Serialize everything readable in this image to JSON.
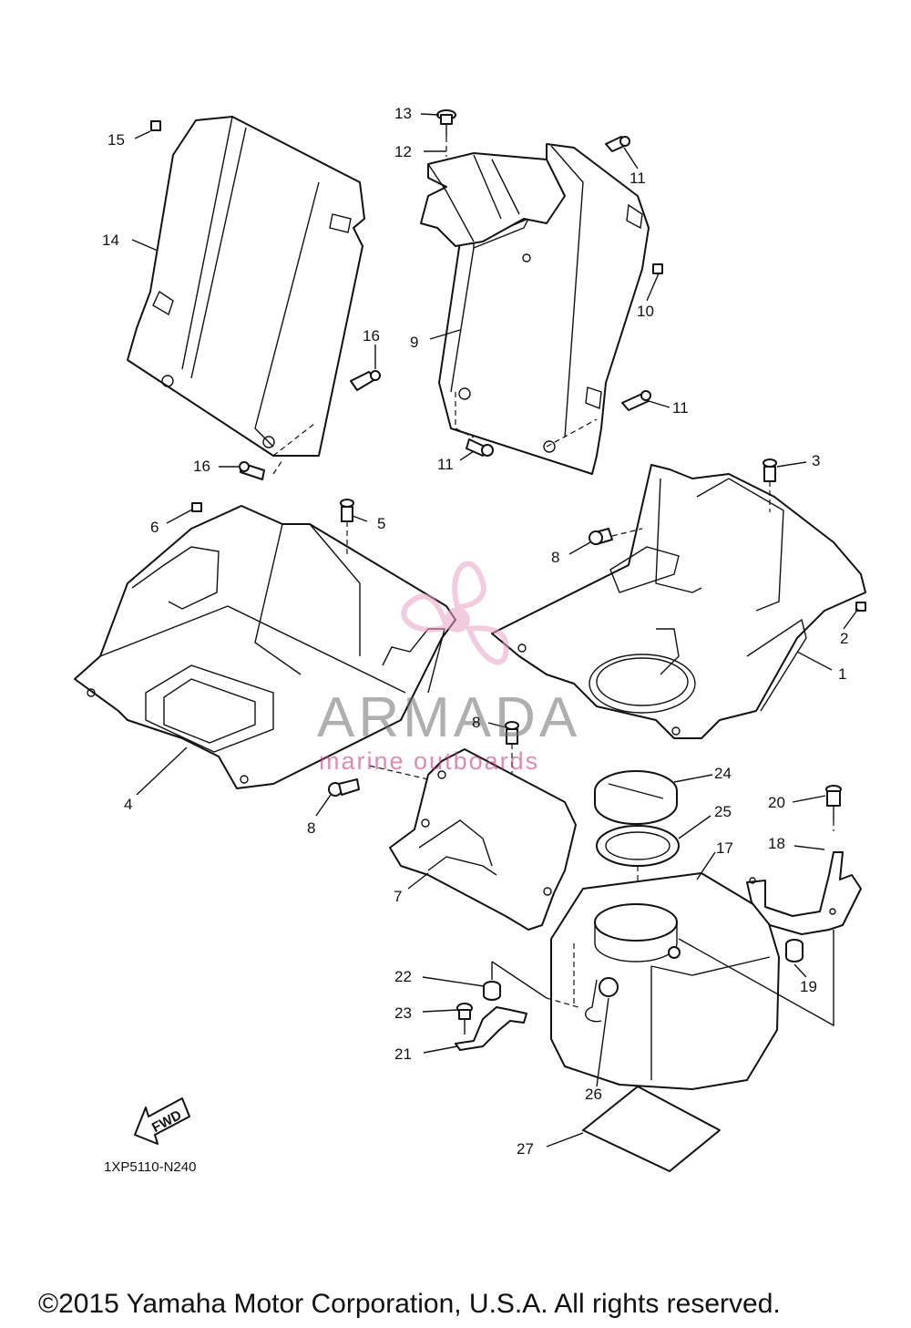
{
  "diagram": {
    "code": "1XP5110-N240",
    "copyright": "©2015 Yamaha Motor Corporation, U.S.A. All rights reserved.",
    "fwd": "FWD",
    "watermark": {
      "title": "ARMADA",
      "subtitle": "marine outboards",
      "accent": "#e8a3c4"
    },
    "callouts": {
      "c1": "1",
      "c2": "2",
      "c3": "3",
      "c4": "4",
      "c5": "5",
      "c6": "6",
      "c7": "7",
      "c8a": "8",
      "c8b": "8",
      "c8c": "8",
      "c9": "9",
      "c10": "10",
      "c11a": "11",
      "c11b": "11",
      "c11c": "11",
      "c12": "12",
      "c13": "13",
      "c14": "14",
      "c15": "15",
      "c16a": "16",
      "c16b": "16",
      "c17": "17",
      "c18": "18",
      "c19": "19",
      "c20": "20",
      "c21": "21",
      "c22": "22",
      "c23": "23",
      "c24": "24",
      "c25": "25",
      "c26": "26",
      "c27": "27"
    }
  }
}
